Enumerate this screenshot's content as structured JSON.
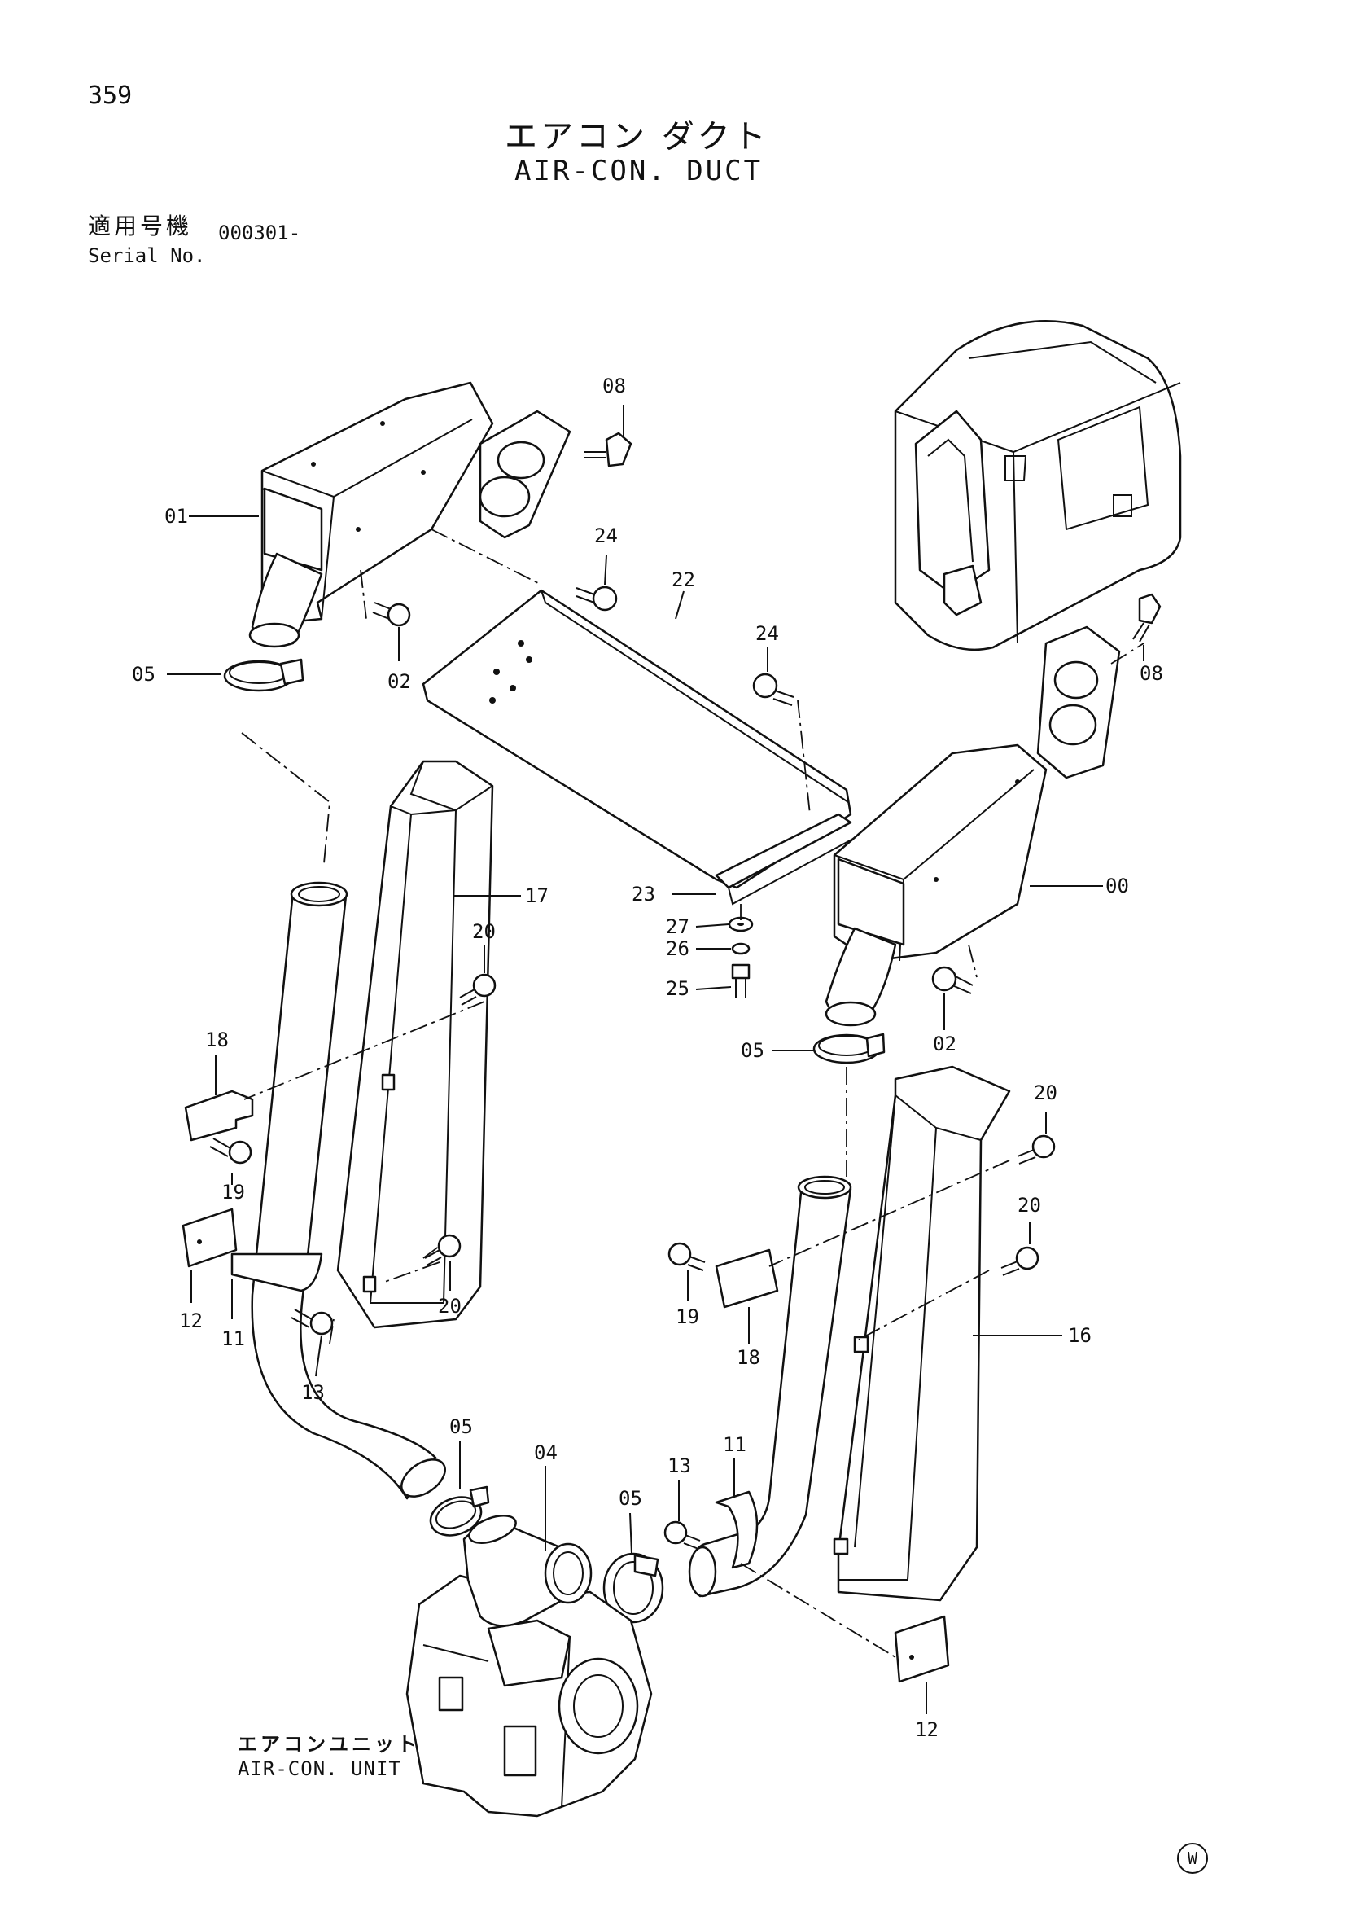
{
  "page_number": "359",
  "title_jp": "エアコン ダクト",
  "title_en": "AIR-CON. DUCT",
  "serial": {
    "label_jp": "適用号機",
    "label_en": "Serial No.",
    "value": "000301-"
  },
  "unit_caption": {
    "jp": "エアコンユニット",
    "en": "AIR-CON. UNIT"
  },
  "mark": "W",
  "callouts": {
    "c08a": "08",
    "c01": "01",
    "c24a": "24",
    "c22": "22",
    "c05a": "05",
    "c02a": "02",
    "c24b": "24",
    "c08b": "08",
    "c00": "00",
    "c17": "17",
    "c23": "23",
    "c27": "27",
    "c26": "26",
    "c25": "25",
    "c20a": "20",
    "c02b": "02",
    "c05b": "05",
    "c18a": "18",
    "c20b": "20",
    "c19a": "19",
    "c20c": "20",
    "c20d": "20",
    "c12a": "12",
    "c11a": "11",
    "c13a": "13",
    "c19b": "19",
    "c18b": "18",
    "c16": "16",
    "c05c": "05",
    "c04": "04",
    "c13b": "13",
    "c11b": "11",
    "c05d": "05",
    "c12b": "12"
  }
}
